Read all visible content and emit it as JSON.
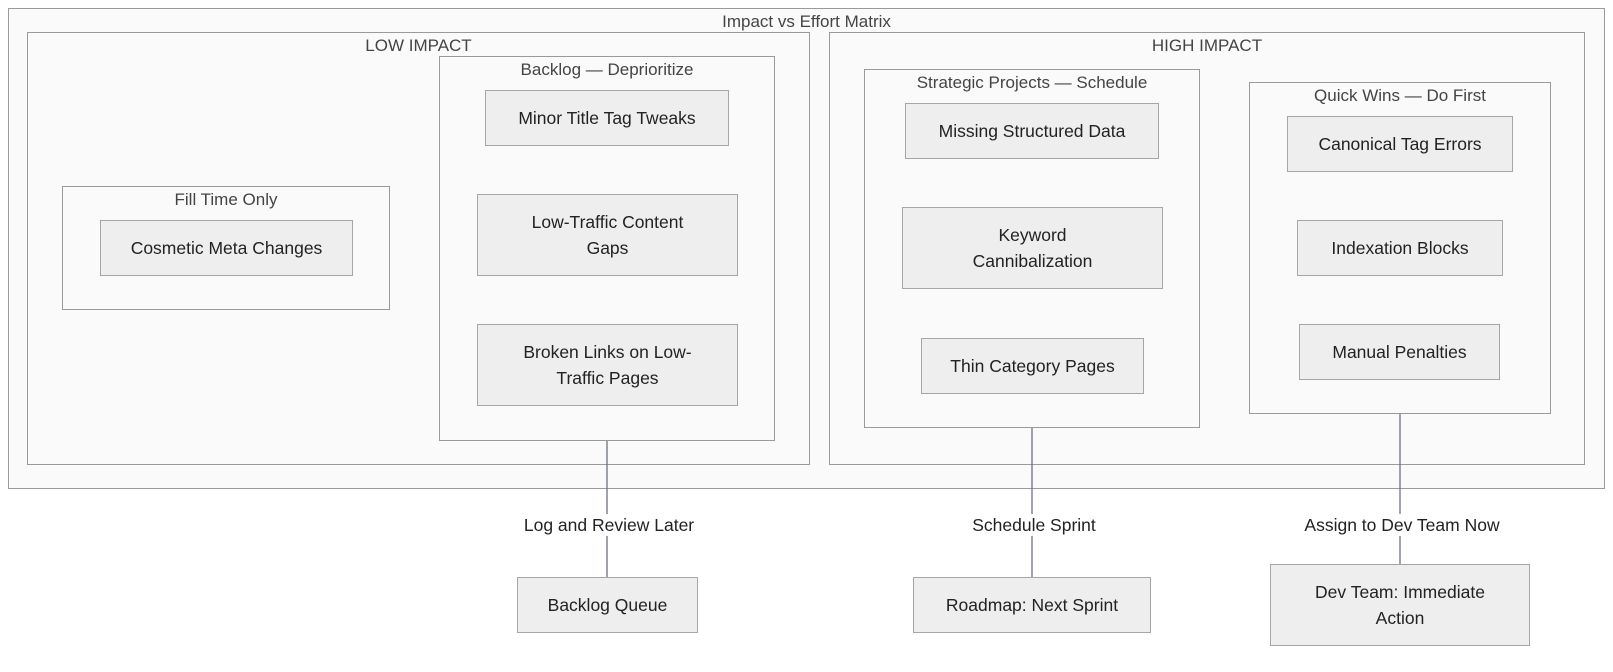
{
  "diagram": {
    "title": "Impact vs Effort Matrix",
    "low_impact": {
      "title": "LOW IMPACT",
      "fill_time": {
        "title": "Fill Time Only",
        "items": [
          "Cosmetic Meta Changes"
        ]
      },
      "backlog": {
        "title": "Backlog — Deprioritize",
        "items": [
          "Minor Title Tag Tweaks",
          "Low-Traffic Content Gaps",
          "Broken Links on Low-Traffic Pages"
        ]
      }
    },
    "high_impact": {
      "title": "HIGH IMPACT",
      "strategic": {
        "title": "Strategic Projects — Schedule",
        "items": [
          "Missing Structured Data",
          "Keyword Cannibalization",
          "Thin Category Pages"
        ]
      },
      "quick_wins": {
        "title": "Quick Wins — Do First",
        "items": [
          "Canonical Tag Errors",
          "Indexation Blocks",
          "Manual Penalties"
        ]
      }
    },
    "edges": [
      {
        "label": "Log and Review Later",
        "target": "Backlog Queue"
      },
      {
        "label": "Schedule Sprint",
        "target": "Roadmap: Next Sprint"
      },
      {
        "label": "Assign to Dev Team Now",
        "target": "Dev Team: Immediate Action"
      }
    ],
    "colors": {
      "cluster_border": "#9a9a9a",
      "cluster_fill": "#fafafa",
      "node_fill": "#eeeeee",
      "node_border": "#a6a6a6",
      "edge": "#6b7280"
    }
  }
}
